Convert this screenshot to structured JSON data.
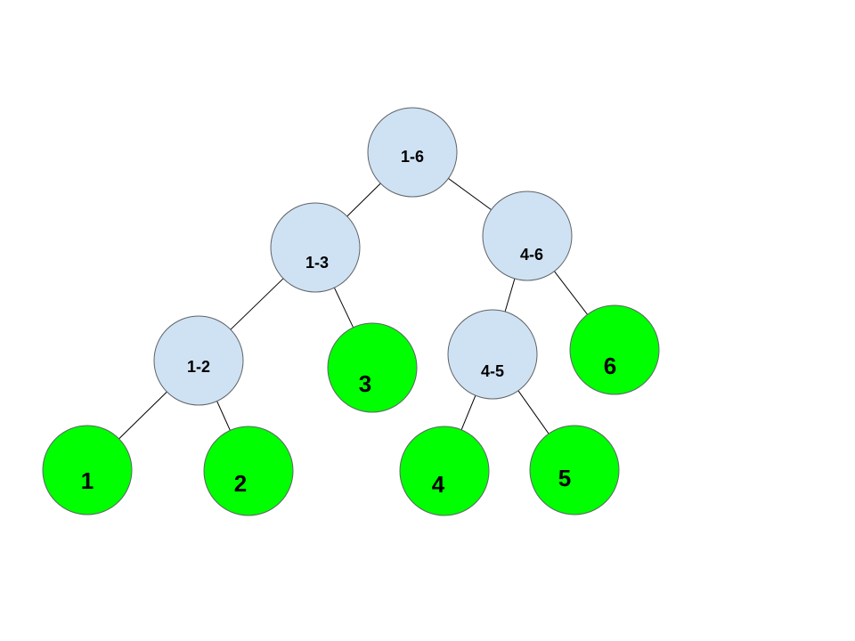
{
  "diagram": {
    "colors": {
      "internal_fill": "#cfe2f3",
      "leaf_fill": "#00ff00",
      "outline": "#5f6368",
      "edge": "#000000"
    },
    "nodes": [
      {
        "id": "n16",
        "label": "1-6",
        "kind": "internal"
      },
      {
        "id": "n13",
        "label": "1-3",
        "kind": "internal"
      },
      {
        "id": "n46",
        "label": "4-6",
        "kind": "internal"
      },
      {
        "id": "n12",
        "label": "1-2",
        "kind": "internal"
      },
      {
        "id": "n3",
        "label": "3",
        "kind": "leaf"
      },
      {
        "id": "n45",
        "label": "4-5",
        "kind": "internal"
      },
      {
        "id": "n6",
        "label": "6",
        "kind": "leaf"
      },
      {
        "id": "n1",
        "label": "1",
        "kind": "leaf"
      },
      {
        "id": "n2",
        "label": "2",
        "kind": "leaf"
      },
      {
        "id": "n4",
        "label": "4",
        "kind": "leaf"
      },
      {
        "id": "n5",
        "label": "5",
        "kind": "leaf"
      }
    ],
    "edges": [
      {
        "from": "n16",
        "to": "n13"
      },
      {
        "from": "n16",
        "to": "n46"
      },
      {
        "from": "n13",
        "to": "n12"
      },
      {
        "from": "n13",
        "to": "n3"
      },
      {
        "from": "n46",
        "to": "n45"
      },
      {
        "from": "n46",
        "to": "n6"
      },
      {
        "from": "n12",
        "to": "n1"
      },
      {
        "from": "n12",
        "to": "n2"
      },
      {
        "from": "n45",
        "to": "n4"
      },
      {
        "from": "n45",
        "to": "n5"
      }
    ]
  }
}
